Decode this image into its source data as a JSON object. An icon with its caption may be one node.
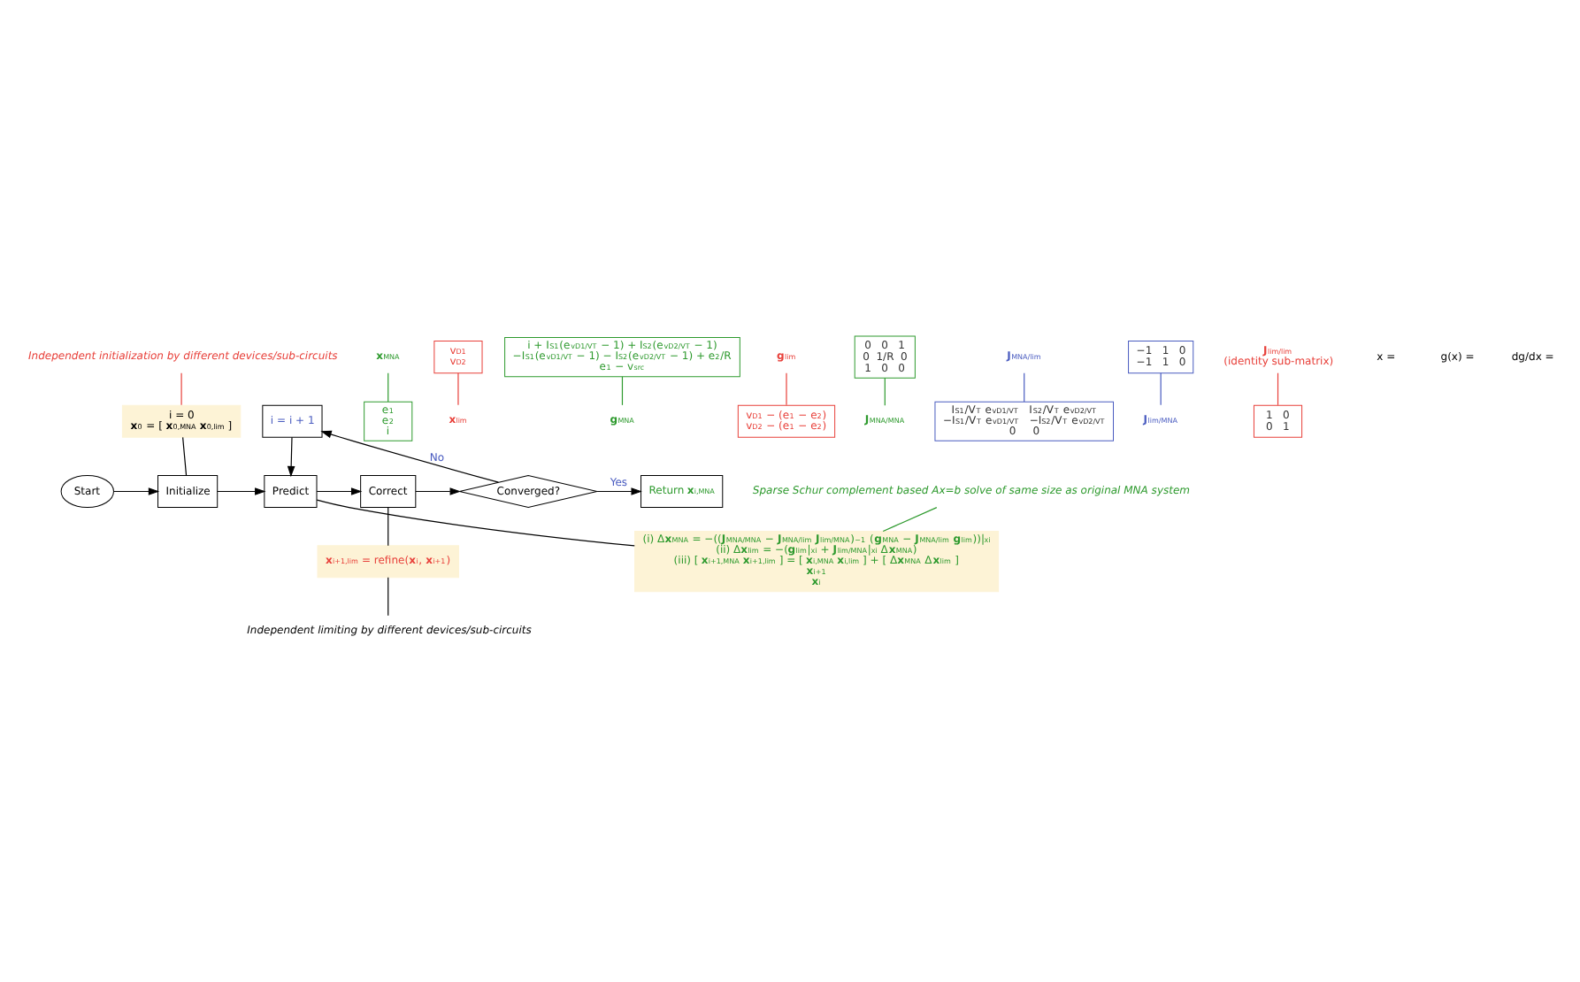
{
  "diagram": {
    "nodes": [
      {
        "text": [
          "Start"
        ]
      },
      {
        "text": [
          "Initialize"
        ]
      },
      {
        "text": [
          "Predict"
        ]
      },
      {
        "text": [
          "Correct"
        ]
      },
      {
        "text": [
          "Converged?"
        ]
      },
      {
        "text": [
          "Return **x**$_{i,MNA}$"
        ]
      },
      {
        "text": [
          "i = i + 1"
        ]
      },
      {
        "text": [
          "i = 0",
          "**x**$_{0}$ = [ **x**$_{0,MNA}$ **x**$_{0,lim}$ ]"
        ]
      },
      {
        "text": [
          "Independent initialization by different devices/sub-circuits"
        ]
      },
      {
        "text": [
          "(i) Δ**x**$_{MNA}$ = −((**J**$_{MNA/MNA}$ − **J**$_{MNA/lim}$ **J**$_{lim/MNA}$)$^{−1}$ (**g**$_{MNA}$ − **J**$_{MNA/lim}$ **g**$_{lim}$))|$_{xi}$",
          "(ii) Δ**x**$_{lim}$ = −(**g**$_{lim}$|$_{xi}$ + **J**$_{lim/MNA}$|$_{xi}$ Δ**x**$_{MNA}$)",
          "(iii) [ **x**$_{i+1,MNA}$ **x**$_{i+1,lim}$ ] = [ **x**$_{i,MNA}$ **x**$_{i,lim}$ ] + [ Δ**x**$_{MNA}$ Δ**x**$_{lim}$ ]",
          "**x**$_{i+1}$",
          "**x**$_{i}$"
        ]
      },
      {
        "text": [
          "**x**$_{i+1,lim}$ = refine(**x**$_{i}$, **x**$_{i+1}$)"
        ]
      },
      {
        "text": [
          "Independent limiting by different devices/sub-circuits"
        ]
      },
      {
        "text": [
          "Sparse Schur complement based Ax=b solve of same size as original MNA system"
        ]
      },
      {
        "text": [
          "**x**$_{MNA}$"
        ]
      },
      {
        "text": [
          "e$_{1}$",
          "e$_{2}$",
          "i"
        ]
      },
      {
        "text": [
          "**x**$_{lim}$"
        ]
      },
      {
        "text": [
          "v$_{D1}$",
          "v$_{D2}$"
        ]
      },
      {
        "text": [
          "**g**$_{MNA}$"
        ]
      },
      {
        "text": [
          "i + I$_{S1}$(e$^{vD1/VT}$ − 1) + I$_{S2}$(e$^{vD2/VT}$ − 1)",
          "−I$_{S1}$(e$^{vD1/VT}$ − 1) − I$_{S2}$(e$^{vD2/VT}$ − 1) + e$_{2}$/R",
          "e$_{1}$ − v$_{src}$"
        ]
      },
      {
        "text": [
          "**g**$_{lim}$"
        ]
      },
      {
        "text": [
          "v$_{D1}$ − (e$_{1}$ − e$_{2}$)",
          "v$_{D2}$ − (e$_{1}$ − e$_{2}$)"
        ]
      },
      {
        "text": [
          "**J**$_{MNA/MNA}$"
        ]
      },
      {
        "text": [
          "0   0   1",
          "0  1/R  0",
          "1   0   0"
        ]
      },
      {
        "text": [
          "**J**$_{MNA/lim}$"
        ]
      },
      {
        "text": [
          "I$_{S1}$/V$_{T}$ e$^{vD1/VT}$   I$_{S2}$/V$_{T}$ e$^{vD2/VT}$",
          "−I$_{S1}$/V$_{T}$ e$^{vD1/VT}$   −I$_{S2}$/V$_{T}$ e$^{vD2/VT}$",
          "0     0"
        ]
      },
      {
        "text": [
          "**J**$_{lim/MNA}$"
        ]
      },
      {
        "text": [
          "−1   1   0",
          "−1   1   0"
        ]
      },
      {
        "text": [
          "**J**$_{lim/lim}$",
          "(identity sub-matrix)"
        ]
      },
      {
        "text": [
          "1   0",
          "0   1"
        ]
      }
    ],
    "edges": [
      {
        "from": 0,
        "to": 1,
        "arrow": "to"
      },
      {
        "from": 1,
        "to": 2,
        "arrow": "to"
      },
      {
        "from": 2,
        "to": 3,
        "arrow": "to"
      },
      {
        "from": 3,
        "to": 4,
        "arrow": "to"
      },
      {
        "from": 4,
        "to": 5,
        "arrow": "to",
        "label": "Yes"
      },
      {
        "from": 4,
        "to": 6,
        "arrow": "to",
        "label": "No"
      },
      {
        "from": 6,
        "to": 2,
        "arrow": "to"
      },
      {
        "from": 7,
        "to": 1,
        "arrow": "none"
      },
      {
        "from": 8,
        "to": 7,
        "arrow": "none",
        "color": "#e8403a"
      },
      {
        "from": 9,
        "to": 2,
        "arrow": "none"
      },
      {
        "from": 10,
        "to": 3,
        "arrow": "none"
      },
      {
        "from": 11,
        "to": 10,
        "arrow": "none"
      },
      {
        "from": 12,
        "to": 9,
        "arrow": "none",
        "color": "#2e9a2e"
      },
      {
        "from": 13,
        "to": 14,
        "arrow": "none",
        "color": "#2e9a2e"
      },
      {
        "from": 15,
        "to": 16,
        "arrow": "none",
        "color": "#e8403a"
      },
      {
        "from": 17,
        "to": 18,
        "arrow": "none",
        "color": "#2e9a2e"
      },
      {
        "from": 19,
        "to": 20,
        "arrow": "none",
        "color": "#e8403a"
      },
      {
        "from": 21,
        "to": 22,
        "arrow": "none",
        "color": "#2e9a2e"
      },
      {
        "from": 23,
        "to": 24,
        "arrow": "none",
        "color": "#4a5cc0"
      },
      {
        "from": 25,
        "to": 26,
        "arrow": "none",
        "color": "#4a5cc0"
      },
      {
        "from": 27,
        "to": 28,
        "arrow": "none",
        "color": "#e8403a"
      }
    ],
    "labels": [
      "x =",
      "g(x) =",
      "dg/dx ="
    ]
  }
}
